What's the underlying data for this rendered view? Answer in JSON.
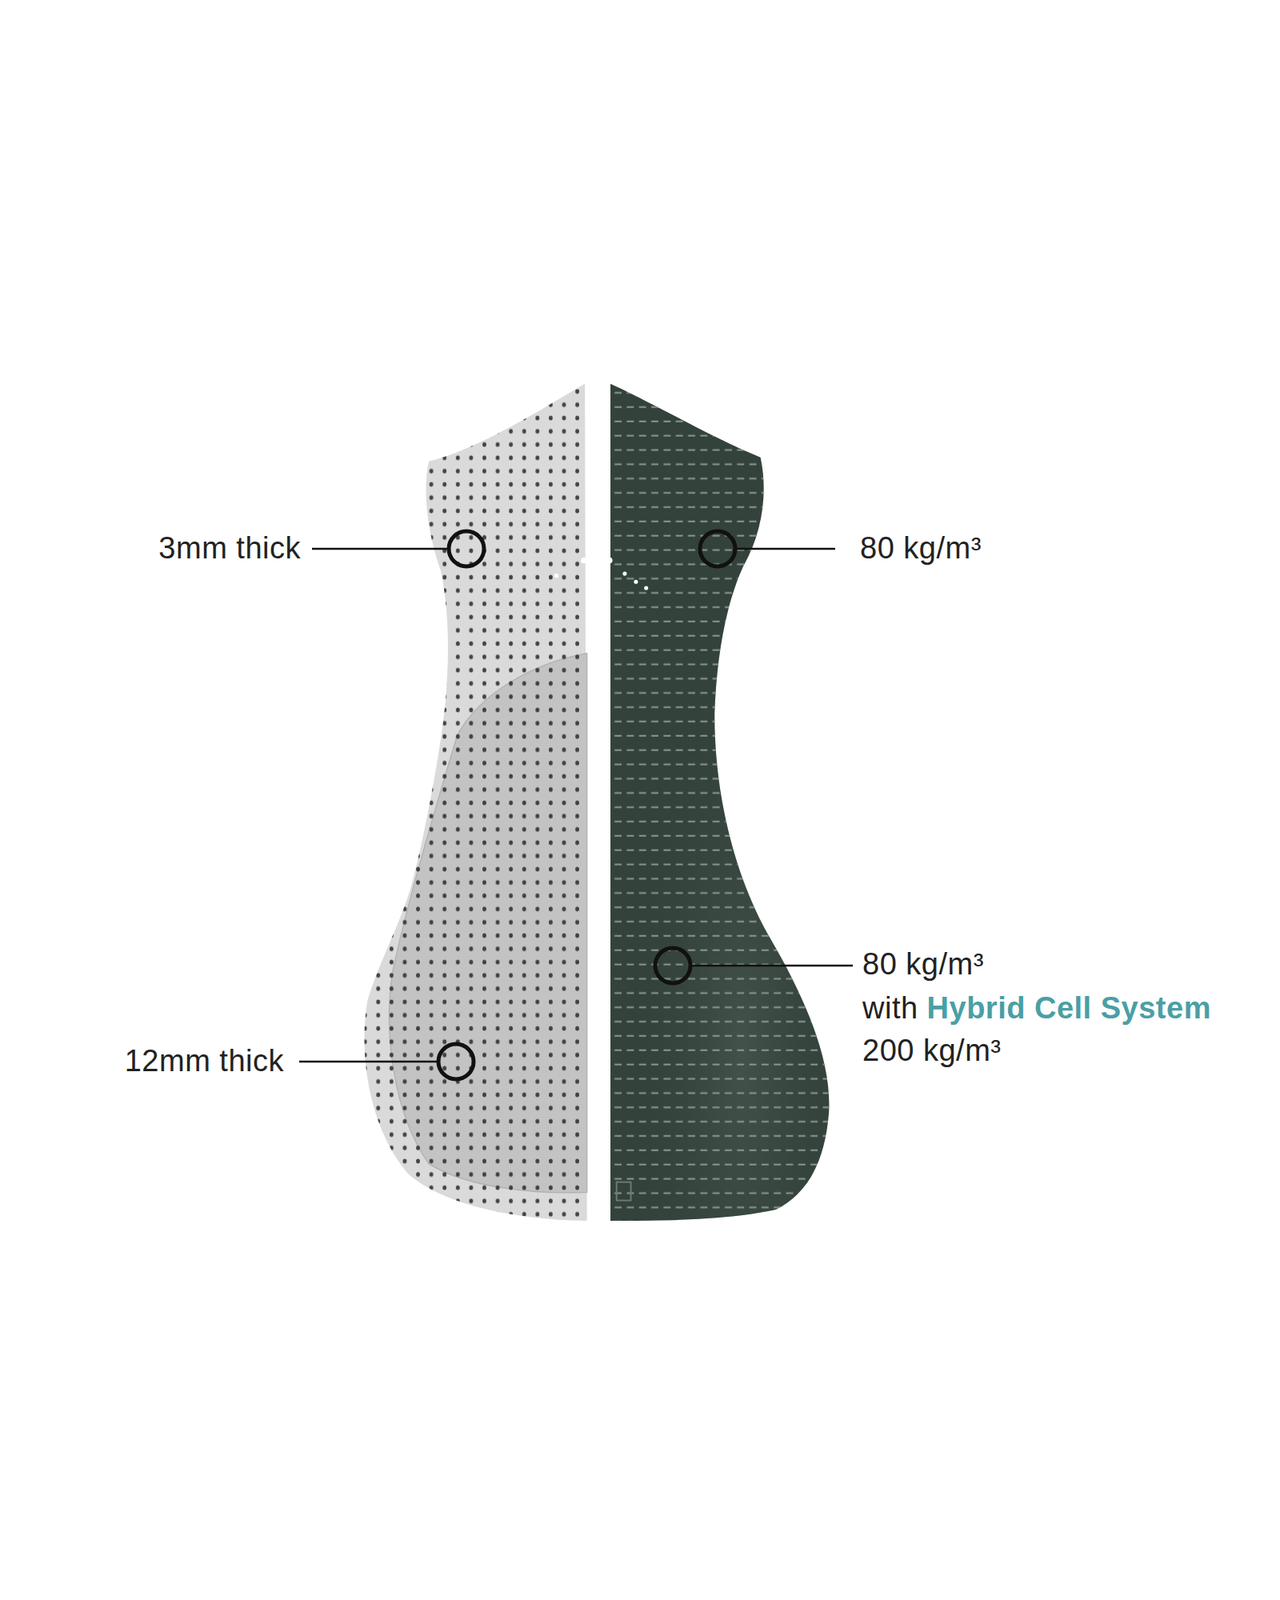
{
  "diagram": {
    "labels": [
      "3mm thick",
      "80 kg/m³",
      "80 kg/m³",
      "with",
      "Hybrid Cell System",
      "200 kg/m³",
      "12mm thick"
    ]
  }
}
